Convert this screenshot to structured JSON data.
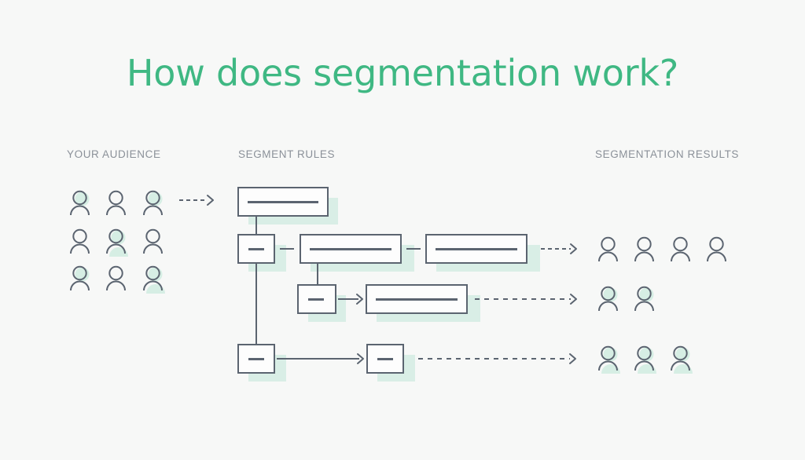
{
  "page": {
    "title": "How does segmentation work?",
    "background_color": "#f7f8f7",
    "accent_color": "#3fb883",
    "outline_color": "#5b6470",
    "shadow_color": "#d9eee6",
    "header_text_color": "#8b9199"
  },
  "columns": {
    "audience_label": "YOUR AUDIENCE",
    "rules_label": "SEGMENT RULES",
    "results_label": "SEGMENTATION RESULTS"
  },
  "audience": {
    "icon_name": "person-icon",
    "rows": [
      {
        "people": [
          {
            "shadow": true
          },
          {
            "shadow": false
          },
          {
            "shadow": true
          }
        ]
      },
      {
        "people": [
          {
            "shadow": false
          },
          {
            "shadow": true
          },
          {
            "shadow": false
          }
        ]
      },
      {
        "people": [
          {
            "shadow": true
          },
          {
            "shadow": false
          },
          {
            "shadow": true
          }
        ]
      }
    ]
  },
  "results": {
    "icon_name": "person-icon",
    "rows": [
      {
        "count": 4,
        "shadow": false
      },
      {
        "count": 2,
        "shadow": true
      },
      {
        "count": 3,
        "shadow": true
      }
    ]
  },
  "rules": {
    "nodes": [
      {
        "id": "root",
        "type": "wide-box",
        "row": 1
      },
      {
        "id": "branch-a",
        "type": "small-box",
        "row": 2
      },
      {
        "id": "cond-a1",
        "type": "wide-box",
        "row": 2
      },
      {
        "id": "cond-a2",
        "type": "wide-box",
        "row": 2
      },
      {
        "id": "branch-b",
        "type": "small-box",
        "row": 3
      },
      {
        "id": "cond-b1",
        "type": "wide-box",
        "row": 3
      },
      {
        "id": "branch-c",
        "type": "small-box",
        "row": 4
      },
      {
        "id": "cond-c1",
        "type": "small-box",
        "row": 4
      }
    ],
    "connectors": [
      {
        "from": "audience",
        "to": "root",
        "style": "dashed-arrow"
      },
      {
        "from": "root",
        "to": "branch-a",
        "style": "solid-line"
      },
      {
        "from": "branch-a",
        "to": "cond-a1",
        "style": "short-dash"
      },
      {
        "from": "cond-a1",
        "to": "cond-a2",
        "style": "short-dash"
      },
      {
        "from": "cond-a2",
        "to": "result-1",
        "style": "dashed-arrow"
      },
      {
        "from": "cond-a1",
        "to": "branch-b",
        "style": "solid-line"
      },
      {
        "from": "branch-b",
        "to": "cond-b1",
        "style": "solid-arrow"
      },
      {
        "from": "cond-b1",
        "to": "result-2",
        "style": "dashed-arrow"
      },
      {
        "from": "branch-a",
        "to": "branch-c",
        "style": "solid-line"
      },
      {
        "from": "branch-c",
        "to": "cond-c1",
        "style": "solid-arrow"
      },
      {
        "from": "cond-c1",
        "to": "result-3",
        "style": "dashed-arrow"
      }
    ]
  }
}
